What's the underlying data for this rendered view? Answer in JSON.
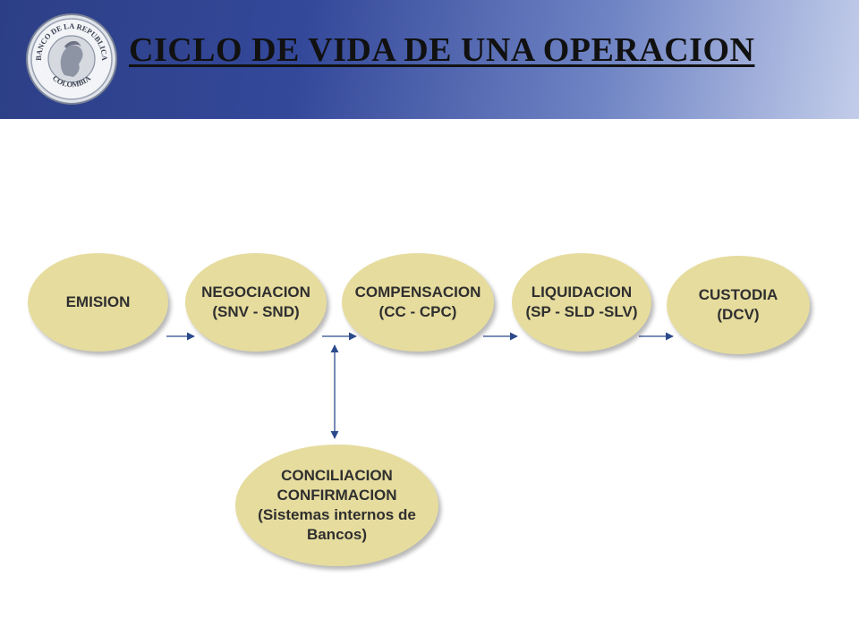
{
  "header": {
    "title": "CICLO DE VIDA DE UNA OPERACION",
    "logo": {
      "top_text": "BANCO DE LA REPUBLICA",
      "bottom_text": "COLOMBIA"
    }
  },
  "diagram": {
    "node_color": "#e6dc9e",
    "arrow_color": "#2b4a8c",
    "nodes": [
      {
        "id": "emision",
        "label": "EMISION"
      },
      {
        "id": "negociacion",
        "label": "NEGOCIACION\n(SNV - SND)"
      },
      {
        "id": "compensacion",
        "label": "COMPENSACION\n(CC - CPC)"
      },
      {
        "id": "liquidacion",
        "label": "LIQUIDACION\n(SP - SLD -SLV)"
      },
      {
        "id": "custodia",
        "label": "CUSTODIA\n(DCV)"
      },
      {
        "id": "conciliacion",
        "label": "CONCILIACION\nCONFIRMACION\n(Sistemas internos de\nBancos)"
      }
    ],
    "edges": [
      {
        "from": "emision",
        "to": "negociacion",
        "direction": "forward"
      },
      {
        "from": "negociacion",
        "to": "compensacion",
        "direction": "forward"
      },
      {
        "from": "compensacion",
        "to": "liquidacion",
        "direction": "forward"
      },
      {
        "from": "liquidacion",
        "to": "custodia",
        "direction": "forward"
      },
      {
        "from": "compensacion",
        "to": "conciliacion",
        "direction": "both"
      }
    ]
  }
}
